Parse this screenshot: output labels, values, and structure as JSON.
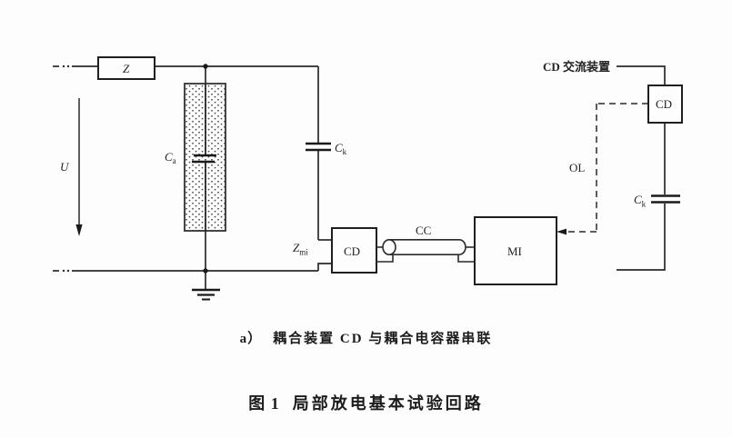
{
  "figure": {
    "caption_a_prefix": "a）",
    "caption_a_text": "耦合装置 CD 与耦合电容器串联",
    "title_prefix": "图 1",
    "title_text": "局部放电基本试验回路"
  },
  "labels": {
    "filter_impedance": "Z",
    "voltage": "U",
    "test_object_main": "C",
    "test_object_sub": "a",
    "coupling_cap_main": "C",
    "coupling_cap_sub": "k",
    "measuring_impedance_main": "Z",
    "measuring_impedance_sub": "mi",
    "coupling_device": "CD",
    "connecting_cable": "CC",
    "measuring_instrument": "MI",
    "optical_link": "OL",
    "cd_ac_device": "CD 交流装置",
    "cd_right": "CD",
    "ck_right_main": "C",
    "ck_right_sub": "k"
  },
  "colors": {
    "line": "#2a2a2a",
    "background": "#fdfdfd"
  }
}
